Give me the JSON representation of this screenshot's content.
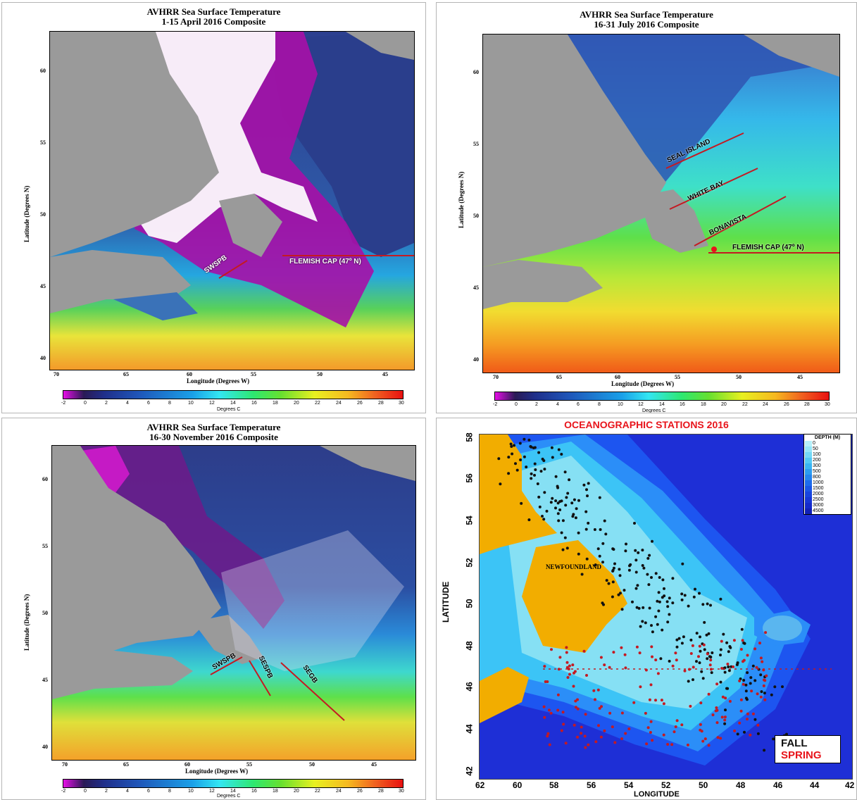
{
  "panels": {
    "april": {
      "title_line1": "AVHRR Sea Surface Temperature",
      "title_line2": "1-15 April 2016 Composite",
      "x_label": "Longitude (Degrees W)",
      "y_label": "Latitude (Degrees N)",
      "x_ticks": [
        "70",
        "65",
        "60",
        "55",
        "50",
        "45"
      ],
      "y_ticks": [
        "60",
        "55",
        "50",
        "45",
        "40"
      ],
      "section_labels": [
        "SWSPB",
        "FLEMISH CAP (47º N)"
      ]
    },
    "july": {
      "title_line1": "AVHRR Sea Surface Temperature",
      "title_line2": "16-31 July 2016 Composite",
      "x_label": "Longitude (Degrees W)",
      "y_label": "Latitude (Degrees N)",
      "x_ticks": [
        "70",
        "65",
        "60",
        "55",
        "50",
        "45"
      ],
      "y_ticks": [
        "60",
        "55",
        "50",
        "45",
        "40"
      ],
      "section_labels": [
        "SEAL ISLAND",
        "WHITE BAY",
        "BONAVISTA",
        "FLEMISH CAP (47º N)"
      ]
    },
    "november": {
      "title_line1": "AVHRR Sea Surface Temperature",
      "title_line2": "16-30 November 2016 Composite",
      "x_label": "Longitude (Degrees W)",
      "y_label": "Latitude (Degrees N)",
      "x_ticks": [
        "70",
        "65",
        "60",
        "55",
        "50",
        "45"
      ],
      "y_ticks": [
        "60",
        "55",
        "50",
        "45",
        "40"
      ],
      "section_labels": [
        "SWSPB",
        "SESPB",
        "SEGB"
      ]
    },
    "stations": {
      "title": "OCEANOGRAPHIC STATIONS 2016",
      "x_label": "LONGITUDE",
      "y_label": "LATITUDE",
      "x_ticks": [
        "62",
        "60",
        "58",
        "56",
        "54",
        "52",
        "50",
        "48",
        "46",
        "44",
        "42"
      ],
      "y_ticks": [
        "58",
        "56",
        "54",
        "52",
        "50",
        "48",
        "46",
        "44",
        "42"
      ],
      "place_label": "NEWFOUNDLAND",
      "depth_legend_title": "DEPTH (M)",
      "depth_levels": [
        "0",
        "50",
        "100",
        "200",
        "300",
        "500",
        "800",
        "1000",
        "1500",
        "2000",
        "2500",
        "3000",
        "4500"
      ],
      "legend_fall": "FALL",
      "legend_spring": "SPRING"
    }
  },
  "colorbar": {
    "label": "Degrees C",
    "ticks": [
      "-2",
      "0",
      "2",
      "4",
      "6",
      "8",
      "10",
      "12",
      "14",
      "16",
      "18",
      "20",
      "22",
      "24",
      "26",
      "28",
      "30"
    ]
  },
  "colors": {
    "land": "#9a9a9a",
    "newfoundland_land": "#f2ad00",
    "section_line": "#c41a22",
    "fall_station": "#111111",
    "spring_station": "#c41a22",
    "title_red": "#e8141b"
  }
}
